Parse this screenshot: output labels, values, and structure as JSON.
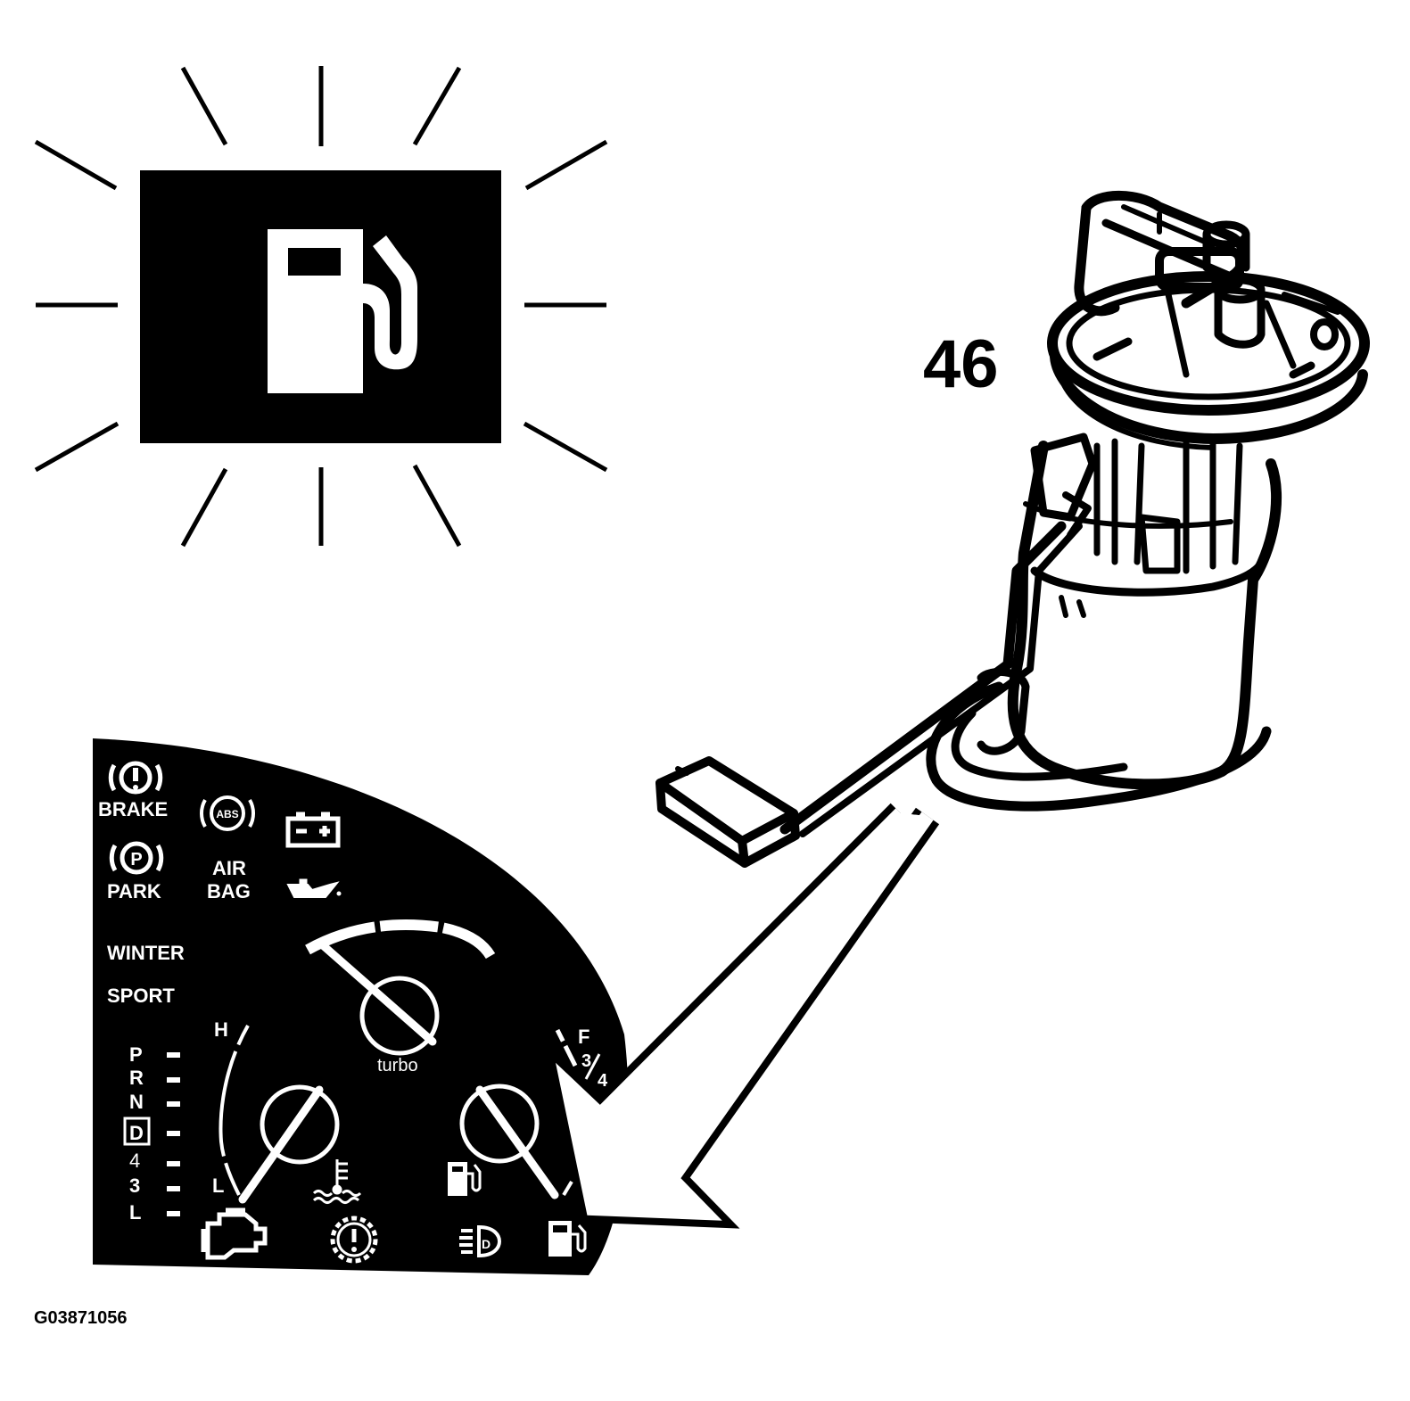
{
  "callout_number": "46",
  "figure_id": "G03871056",
  "colors": {
    "ink": "#000000",
    "paper": "#ffffff"
  },
  "warning_lamp": {
    "icon": "fuel-pump-icon",
    "state": "illuminated"
  },
  "cluster": {
    "lamps": {
      "brake": "BRAKE",
      "abs": "ABS",
      "park": "PARK",
      "airbag_line1": "AIR",
      "airbag_line2": "BAG",
      "winter": "WINTER",
      "sport": "SPORT"
    },
    "icons": [
      "brake-warning-icon",
      "abs-icon",
      "battery-icon",
      "park-brake-icon",
      "oil-can-icon",
      "coolant-temp-icon",
      "fuel-pump-icon",
      "check-engine-icon",
      "transmission-warning-icon",
      "headlamp-leveling-icon",
      "low-fuel-icon"
    ],
    "gear_indicator": {
      "gears": [
        "P",
        "R",
        "N",
        "D",
        "4",
        "3",
        "L"
      ],
      "selected": "D"
    },
    "temp_gauge": {
      "high": "H",
      "low": "L"
    },
    "boost_gauge": {
      "label": "turbo"
    },
    "fuel_gauge": {
      "full": "F",
      "three_quarter_num": "3",
      "three_quarter_den": "4"
    }
  },
  "component": {
    "name_icon": "fuel-pump-module-icon"
  }
}
